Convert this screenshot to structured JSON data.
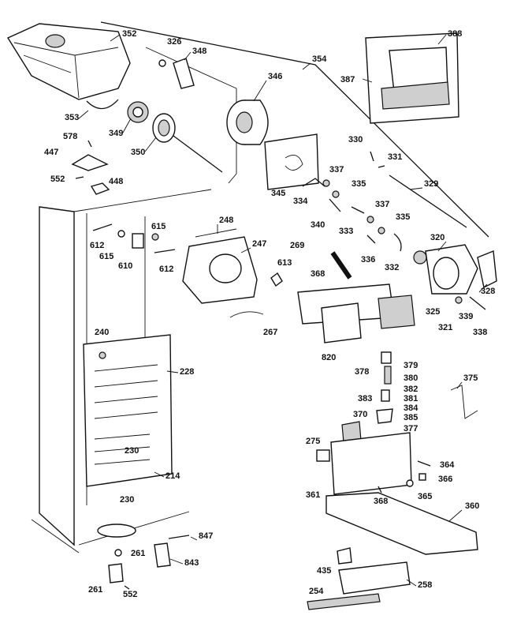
{
  "diagram": {
    "callouts": [
      {
        "id": "c352",
        "label": "352"
      },
      {
        "id": "c326",
        "label": "326"
      },
      {
        "id": "c348",
        "label": "348"
      },
      {
        "id": "c354",
        "label": "354"
      },
      {
        "id": "c388",
        "label": "388"
      },
      {
        "id": "c387",
        "label": "387"
      },
      {
        "id": "c346",
        "label": "346"
      },
      {
        "id": "c353",
        "label": "353"
      },
      {
        "id": "c349",
        "label": "349"
      },
      {
        "id": "c350",
        "label": "350"
      },
      {
        "id": "c578",
        "label": "578"
      },
      {
        "id": "c447",
        "label": "447"
      },
      {
        "id": "c552a",
        "label": "552"
      },
      {
        "id": "c448",
        "label": "448"
      },
      {
        "id": "c330",
        "label": "330"
      },
      {
        "id": "c331",
        "label": "331"
      },
      {
        "id": "c337a",
        "label": "337"
      },
      {
        "id": "c345",
        "label": "345"
      },
      {
        "id": "c334",
        "label": "334"
      },
      {
        "id": "c335a",
        "label": "335"
      },
      {
        "id": "c329",
        "label": "329"
      },
      {
        "id": "c337b",
        "label": "337"
      },
      {
        "id": "c340",
        "label": "340"
      },
      {
        "id": "c333",
        "label": "333"
      },
      {
        "id": "c335b",
        "label": "335"
      },
      {
        "id": "c248",
        "label": "248"
      },
      {
        "id": "c615a",
        "label": "615"
      },
      {
        "id": "c612a",
        "label": "612"
      },
      {
        "id": "c615b",
        "label": "615"
      },
      {
        "id": "c610",
        "label": "610"
      },
      {
        "id": "c612b",
        "label": "612"
      },
      {
        "id": "c247",
        "label": "247"
      },
      {
        "id": "c269",
        "label": "269"
      },
      {
        "id": "c320",
        "label": "320"
      },
      {
        "id": "c336",
        "label": "336"
      },
      {
        "id": "c332",
        "label": "332"
      },
      {
        "id": "c613",
        "label": "613"
      },
      {
        "id": "c368a",
        "label": "368"
      },
      {
        "id": "c328",
        "label": "328"
      },
      {
        "id": "c325",
        "label": "325"
      },
      {
        "id": "c339",
        "label": "339"
      },
      {
        "id": "c321",
        "label": "321"
      },
      {
        "id": "c338",
        "label": "338"
      },
      {
        "id": "c240",
        "label": "240"
      },
      {
        "id": "c267",
        "label": "267"
      },
      {
        "id": "c820",
        "label": "820"
      },
      {
        "id": "c228",
        "label": "228"
      },
      {
        "id": "c378",
        "label": "378"
      },
      {
        "id": "c379",
        "label": "379"
      },
      {
        "id": "c380",
        "label": "380"
      },
      {
        "id": "c382",
        "label": "382"
      },
      {
        "id": "c375",
        "label": "375"
      },
      {
        "id": "c383",
        "label": "383"
      },
      {
        "id": "c381",
        "label": "381"
      },
      {
        "id": "c384",
        "label": "384"
      },
      {
        "id": "c385",
        "label": "385"
      },
      {
        "id": "c370",
        "label": "370"
      },
      {
        "id": "c377",
        "label": "377"
      },
      {
        "id": "c230a",
        "label": "230"
      },
      {
        "id": "c275",
        "label": "275"
      },
      {
        "id": "c364",
        "label": "364"
      },
      {
        "id": "c214",
        "label": "214"
      },
      {
        "id": "c366",
        "label": "366"
      },
      {
        "id": "c230b",
        "label": "230"
      },
      {
        "id": "c361",
        "label": "361"
      },
      {
        "id": "c368b",
        "label": "368"
      },
      {
        "id": "c365",
        "label": "365"
      },
      {
        "id": "c360",
        "label": "360"
      },
      {
        "id": "c847",
        "label": "847"
      },
      {
        "id": "c261a",
        "label": "261"
      },
      {
        "id": "c843",
        "label": "843"
      },
      {
        "id": "c435",
        "label": "435"
      },
      {
        "id": "c261b",
        "label": "261"
      },
      {
        "id": "c552b",
        "label": "552"
      },
      {
        "id": "c258",
        "label": "258"
      },
      {
        "id": "c254",
        "label": "254"
      }
    ]
  }
}
